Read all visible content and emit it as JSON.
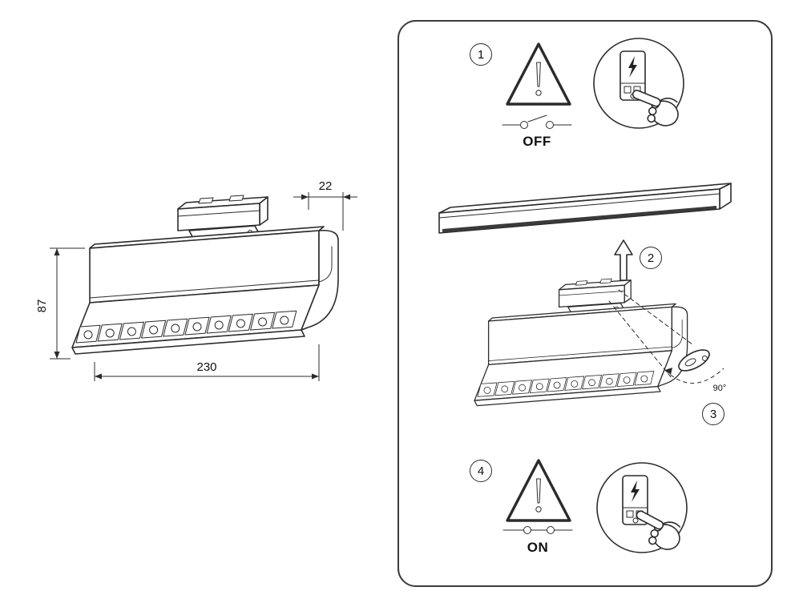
{
  "dimension_drawing": {
    "depth_mm": "22",
    "height_mm": "87",
    "length_mm": "230"
  },
  "instructions": {
    "step1": {
      "number": "1",
      "power_label": "OFF"
    },
    "step2": {
      "number": "2"
    },
    "step3": {
      "number": "3",
      "rotation_angle": "90°"
    },
    "step4": {
      "number": "4",
      "power_label": "ON"
    }
  },
  "icons": {
    "warning": "warning-triangle-exclamation",
    "breaker": "circuit-breaker-lightning",
    "hand": "pressing-hand"
  },
  "colors": {
    "line": "#2b2b2b",
    "panel_border": "#3c3c3c",
    "background": "#ffffff"
  }
}
